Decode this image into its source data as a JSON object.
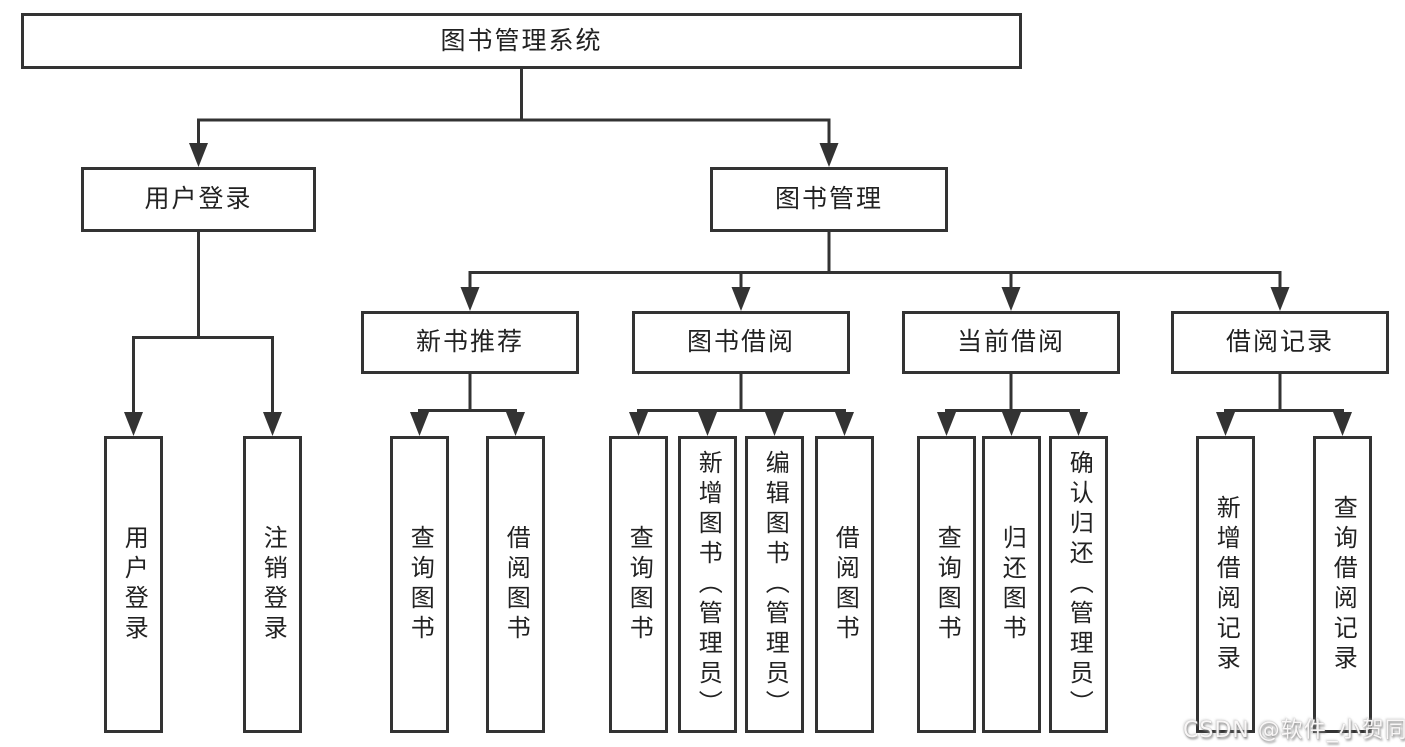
{
  "diagram": {
    "title_hint": "functional structure chart",
    "root": {
      "label": "图书管理系统"
    },
    "branches": [
      {
        "label": "用户登录",
        "children": [
          {
            "label": "用户登录"
          },
          {
            "label": "注销登录"
          }
        ]
      },
      {
        "label": "图书管理",
        "children": [
          {
            "label": "新书推荐",
            "children": [
              {
                "label": "查询图书"
              },
              {
                "label": "借阅图书"
              }
            ]
          },
          {
            "label": "图书借阅",
            "children": [
              {
                "label": "查询图书"
              },
              {
                "label": "新增图书（管理员）"
              },
              {
                "label": "编辑图书（管理员）"
              },
              {
                "label": "借阅图书"
              }
            ]
          },
          {
            "label": "当前借阅",
            "children": [
              {
                "label": "查询图书"
              },
              {
                "label": "归还图书"
              },
              {
                "label": "确认归还（管理员）"
              }
            ]
          },
          {
            "label": "借阅记录",
            "children": [
              {
                "label": "新增借阅记录"
              },
              {
                "label": "查询借阅记录"
              }
            ]
          }
        ]
      }
    ]
  },
  "watermark": {
    "text": "CSDN @软件_小贺同学"
  },
  "colors": {
    "line": "#333333",
    "box_background": "#ffffff",
    "text": "#222222",
    "page_background": "#ffffff",
    "watermark_text": "#fcfafa"
  }
}
